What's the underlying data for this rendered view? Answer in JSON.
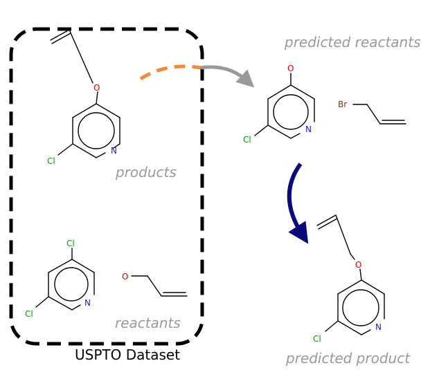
{
  "labels": {
    "products": "products",
    "reactants": "reactants",
    "dataset": "USPTO Dataset",
    "predicted_reactants": "predicted reactants",
    "predicted_product": "predicted product"
  },
  "atoms": {
    "oxygen": "O",
    "chlorine": "Cl",
    "nitrogen": "N",
    "bromine": "Br"
  },
  "colors": {
    "oxygen": "#e00000",
    "chlorine": "#00a000",
    "nitrogen": "#2020c0",
    "bromine": "#8b2a1a",
    "label_gray": "#9a9a9a",
    "arrow_orange": "#f08a3c",
    "arrow_gray": "#999999",
    "arrow_navy": "#0a0a7a"
  }
}
